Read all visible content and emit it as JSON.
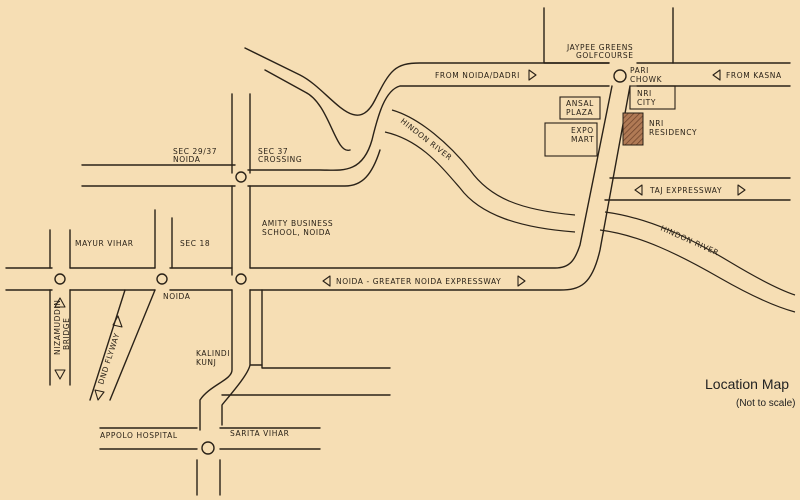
{
  "map": {
    "title": "Location Map",
    "subtitle": "(Not to scale)",
    "highlight_color": "#8b5a3c",
    "background_color": "#f6deb4",
    "places": {
      "jaypee_greens_1": "JAYPEE GREENS",
      "jaypee_greens_2": "GOLFCOURSE",
      "pari_chowk_1": "PARI",
      "pari_chowk_2": "CHOWK",
      "from_noida_dadri": "FROM NOIDA/DADRI",
      "from_kasna": "FROM KASNA",
      "ansal_plaza_1": "ANSAL",
      "ansal_plaza_2": "PLAZA",
      "nri_city_1": "NRI",
      "nri_city_2": "CITY",
      "expo_mart_1": "EXPO",
      "expo_mart_2": "MART",
      "nri_residency_1": "NRI",
      "nri_residency_2": "RESIDENCY",
      "hindon_river_upper": "HINDON RIVER",
      "hindon_river_lower": "HINDON RIVER",
      "sec_29_37_1": "SEC 29/37",
      "sec_29_37_2": "NOIDA",
      "sec_37_1": "SEC 37",
      "sec_37_2": "CROSSING",
      "taj_expressway": "TAJ EXPRESSWAY",
      "amity_1": "AMITY BUSINESS",
      "amity_2": "SCHOOL, NOIDA",
      "mayur_vihar": "MAYUR VIHAR",
      "sec_18": "SEC 18",
      "noida_greater_noida_expressway": "NOIDA - GREATER NOIDA EXPRESSWAY",
      "noida": "NOIDA",
      "nizamuddin_1": "NIZAMUDDIN",
      "nizamuddin_2": "BRIDGE",
      "dnd_flyway": "DND FLYWAY",
      "kalindi_kunj_1": "KALINDI",
      "kalindi_kunj_2": "KUNJ",
      "appolo_hospital": "APPOLO HOSPITAL",
      "sarita_vihar": "SARITA VIHAR"
    }
  }
}
